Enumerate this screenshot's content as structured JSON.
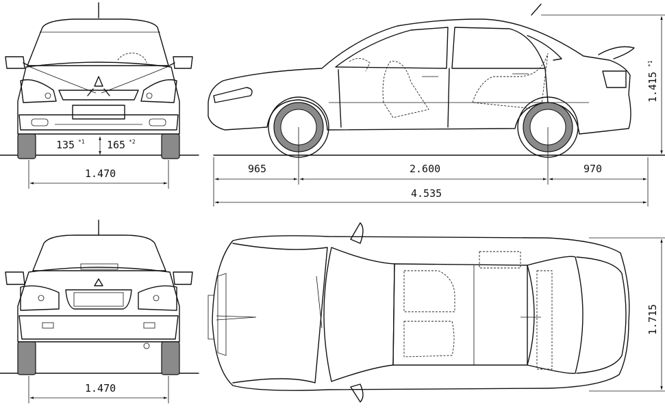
{
  "front_view": {
    "overhang_front": "135",
    "overhang_front_note": "*1",
    "clearance": "165",
    "clearance_note": "*2",
    "track": "1.470"
  },
  "side_view": {
    "front_overhang": "965",
    "wheelbase": "2.600",
    "rear_overhang": "970",
    "overall_length": "4.535",
    "height": "1.415",
    "height_note": "*1"
  },
  "rear_view": {
    "track": "1.470"
  },
  "top_view": {
    "width": "1.715"
  }
}
